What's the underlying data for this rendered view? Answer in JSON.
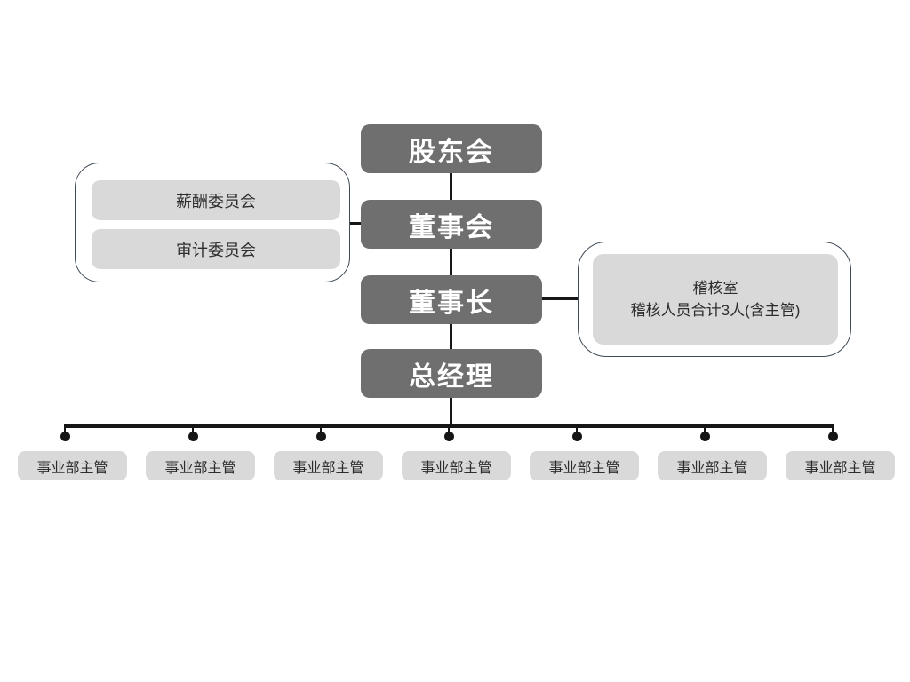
{
  "chart": {
    "type": "org-chart",
    "main_chain": [
      {
        "label": "股东会"
      },
      {
        "label": "董事会"
      },
      {
        "label": "董事长"
      },
      {
        "label": "总经理"
      }
    ],
    "board_committees": {
      "items": [
        "薪酬委员会",
        "审计委员会"
      ]
    },
    "audit_office": {
      "lines": [
        "稽核室",
        "稽核人员合计3人(含主管)"
      ]
    },
    "bottom_row": {
      "items": [
        "事业部主管",
        "事业部主管",
        "事业部主管",
        "事业部主管",
        "事业部主管",
        "事业部主管",
        "事业部主管"
      ]
    },
    "colors": {
      "main_node_fill": "#6f6f6f",
      "main_node_text": "#ffffff",
      "sub_node_fill": "#d9d9d9",
      "sub_node_text": "#2d2d2d",
      "connector": "#161616",
      "bubble_border": "#3e4a55",
      "background": "#ffffff"
    }
  }
}
